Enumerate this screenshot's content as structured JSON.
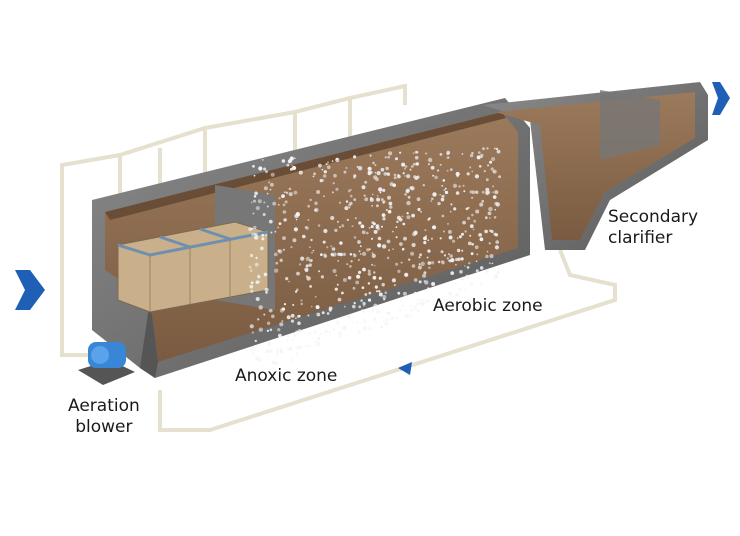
{
  "labels": {
    "secondary_clarifier": [
      "Secondary",
      "clarifier"
    ],
    "aerobic_zone": "Aerobic zone",
    "anoxic_zone": "Anoxic zone",
    "aeration_blower": [
      "Aeration",
      "blower"
    ]
  },
  "colors": {
    "wall": "#6e6e6e",
    "wall_top": "#9a9a9a",
    "sludge": "#8b6a4e",
    "pipe": "#e6e0cf",
    "arrow": "#1f5fb5",
    "blower": "#3a86d6"
  },
  "icons": [
    "flow-in-arrow",
    "flow-out-arrow",
    "return-flow-arrow",
    "blower-icon"
  ]
}
